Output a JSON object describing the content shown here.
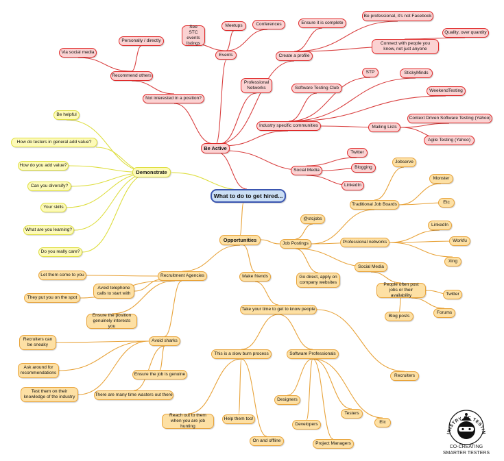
{
  "title": "What to do to get hired...",
  "colors": {
    "red_line": "#d94040",
    "orange_line": "#e8a33a",
    "yellow_line": "#dede40"
  },
  "branches": {
    "be_active": {
      "label": "Be Active",
      "events": {
        "label": "Events",
        "see_stc": "See STC events listings",
        "meetups": "Meetups",
        "conferences": "Conferences"
      },
      "not_interested": {
        "label": "Not interested in a position?",
        "recommend": "Recommend others",
        "personally": "Personally / directly",
        "via_social": "Via social media"
      },
      "profile": {
        "label": "Create a profile",
        "complete": "Ensure it is complete",
        "professional": "Be professional, it's not Facebook",
        "connect": "Connect with people you know, not just anyone",
        "quality": "Quality, over quantity"
      },
      "professional_networks": "Professional Networks",
      "communities": {
        "label": "Industry specific communities",
        "stc": "Software Testing Club",
        "stp": "STP",
        "stickyminds": "StickyMinds",
        "weekendtesting": "WeekendTesting",
        "mailing_lists": "Mailing Lists",
        "cdt_yahoo": "Context Driven Software Testing (Yahoo)",
        "agile_yahoo": "Agile Testing (Yahoo)"
      },
      "social_media": {
        "label": "Social Media",
        "twitter": "Twitter",
        "blogging": "Blogging",
        "linkedin": "LinkedIn"
      }
    },
    "demonstrate": {
      "label": "Demonstrate",
      "items": [
        "Be helpful",
        "How do testers in general add value?",
        "How do you add value?",
        "Can you diversify?",
        "Your skills",
        "What are you learning?",
        "Do you really care?"
      ]
    },
    "opportunities": {
      "label": "Opportunities",
      "job_postings": {
        "label": "Job Postings",
        "stcjobs": "@stcjobs",
        "go_direct": "Go direct, apply on company websites",
        "traditional": {
          "label": "Traditional Job Boards",
          "jobserve": "Jobserve",
          "monster": "Monster",
          "etc": "Etc"
        },
        "prof_networks": {
          "label": "Professional networks",
          "linkedin": "LinkedIn",
          "workfu": "Workfu",
          "xing": "Xing"
        },
        "social": {
          "label": "Social Media",
          "people_post": "People often post jobs or their availability",
          "twitter": "Twitter",
          "forums": "Forums",
          "blog_posts": "Blog posts"
        }
      },
      "agencies": {
        "label": "Recruitment Agencies",
        "let_them": "Let them come to you",
        "avoid_phone": "Avoid telephone calls to start with",
        "spot": "They put you on the spot",
        "ensure_position": "Ensure the position genuinely interests you",
        "avoid_sharks": {
          "label": "Avoid sharks",
          "sneaky": "Recruiters can be sneaky",
          "ask_around": "Ask around for recommendations",
          "test_them": "Test them on their knowledge of the industry",
          "genuine": "Ensure the job is genuine",
          "time_wasters": "There are many time wasters out there"
        }
      },
      "make_friends": {
        "label": "Make friends",
        "take_time": "Take your time to get to know people",
        "slow_burn": {
          "label": "This is a slow burn process",
          "reach_out": "Reach out to them when you are job hunting",
          "help_them": "Help them too!",
          "on_and_offline": "On and offline"
        },
        "software_pros": {
          "label": "Software Professionals",
          "designers": "Designers",
          "developers": "Developers",
          "testers": "Testers",
          "etc": "Etc",
          "pms": "Project Managers"
        },
        "recruiters": "Recruiters"
      }
    }
  },
  "logo": {
    "ring_text": "MINISTRY OF TESTING",
    "icon": "ninja-face-icon",
    "caption_line1": "CO-CREATING",
    "caption_line2": "SMARTER TESTERS"
  }
}
